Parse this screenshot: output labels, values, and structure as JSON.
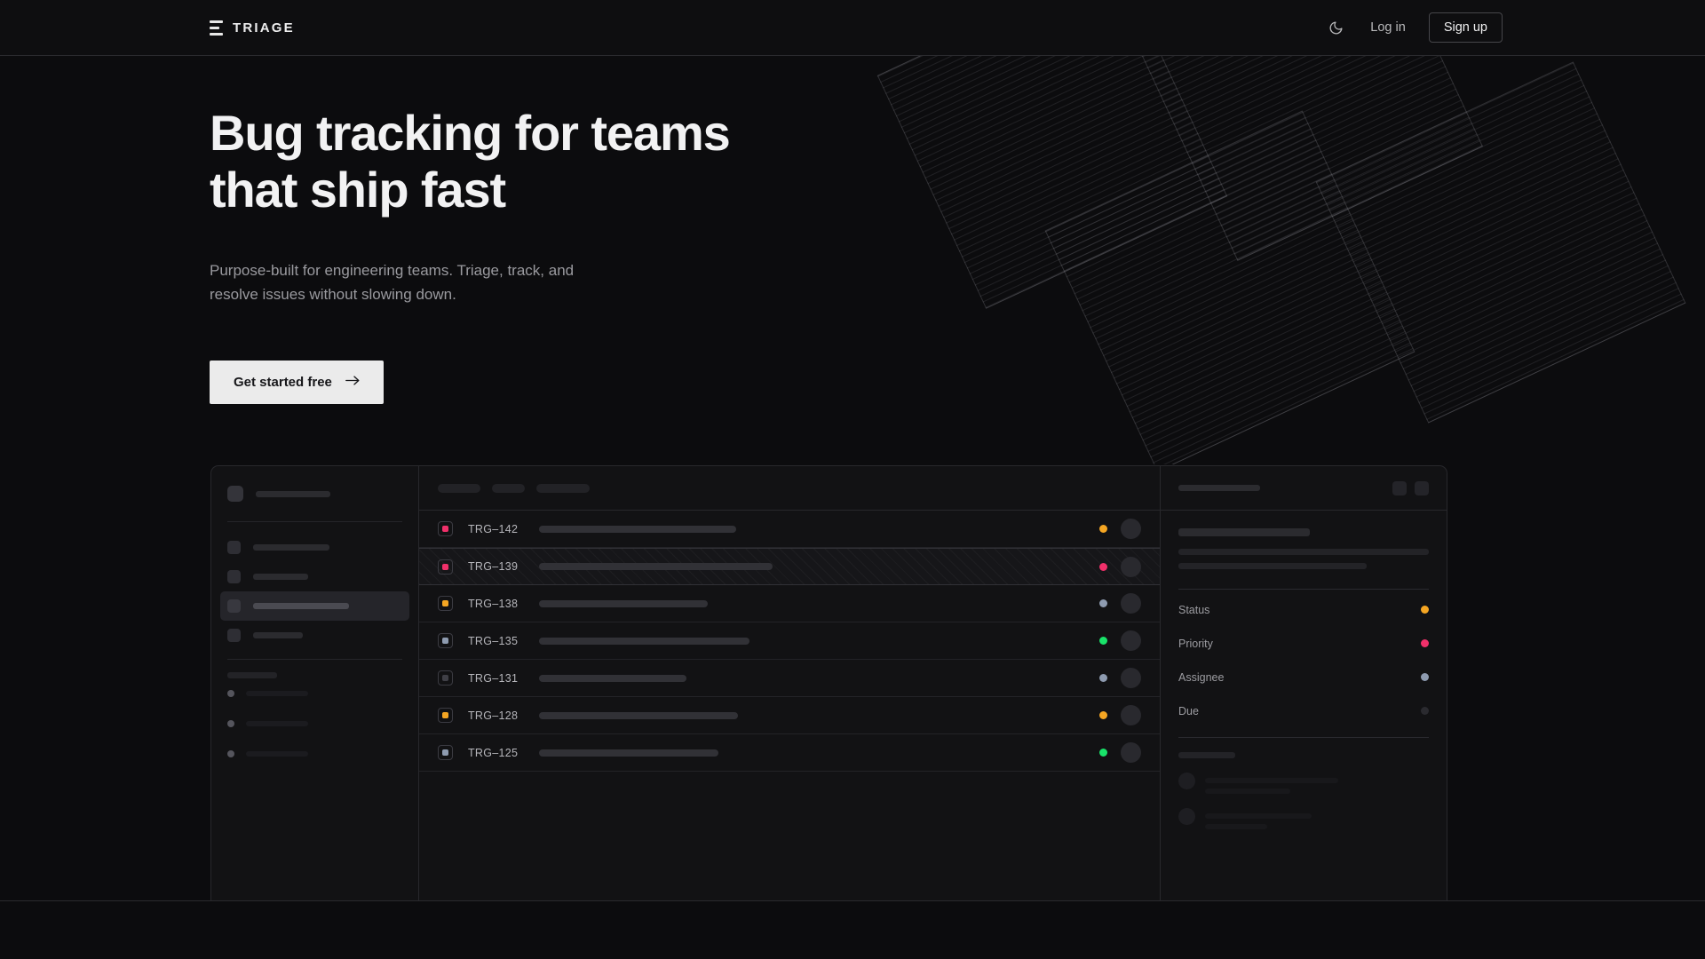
{
  "theme": {
    "bg": "#0c0c0e",
    "panel": "#121214",
    "border": "#28282c",
    "text_primary": "#f2f2f3",
    "text_muted": "#9a9a9f",
    "accent_orange": "#f5a623",
    "accent_pink": "#f0306a",
    "accent_green": "#19e36a",
    "accent_slate": "#8e9bb0"
  },
  "nav": {
    "brand": "TRIAGE",
    "theme_toggle_icon": "moon-icon",
    "login_label": "Log in",
    "signup_label": "Sign up"
  },
  "hero": {
    "headline": "Bug tracking for teams\nthat ship fast",
    "subhead": "Purpose-built for engineering teams. Triage, track, and\nresolve issues without slowing down.",
    "cta_label": "Get started free",
    "cta_icon": "arrow-right-icon"
  },
  "mockup": {
    "sidebar": {
      "workspace_name_width": 84,
      "nav_items": [
        {
          "width": 86,
          "active": false
        },
        {
          "width": 62,
          "active": false
        },
        {
          "width": 108,
          "active": true
        },
        {
          "width": 56,
          "active": false
        }
      ],
      "group_label_width": 56,
      "sub_items": [
        {
          "width": 0
        },
        {
          "width": 0
        },
        {
          "width": 0
        }
      ]
    },
    "toolbar_chips": [
      48,
      37,
      60
    ],
    "list_columns": [
      "priority",
      "id",
      "title",
      "status",
      "assignee"
    ],
    "rows": [
      {
        "id": "TRG–142",
        "priority_color": "#f0306a",
        "status_color": "#f5a623",
        "title_width": 222,
        "selected": false
      },
      {
        "id": "TRG–139",
        "priority_color": "#f0306a",
        "status_color": "#f0306a",
        "title_width": 263,
        "selected": true
      },
      {
        "id": "TRG–138",
        "priority_color": "#f5a623",
        "status_color": "#8e9bb0",
        "title_width": 190,
        "selected": false
      },
      {
        "id": "TRG–135",
        "priority_color": "#8e9bb0",
        "status_color": "#19e36a",
        "title_width": 237,
        "selected": false
      },
      {
        "id": "TRG–131",
        "priority_color": "#3f3f46",
        "status_color": "#8e9bb0",
        "title_width": 166,
        "selected": false
      },
      {
        "id": "TRG–128",
        "priority_color": "#f5a623",
        "status_color": "#f5a623",
        "title_width": 224,
        "selected": false
      },
      {
        "id": "TRG–125",
        "priority_color": "#8e9bb0",
        "status_color": "#19e36a",
        "title_width": 202,
        "selected": false
      }
    ],
    "detail": {
      "header_skeleton_width": 92,
      "header_actions": [
        "expand-button",
        "more-button"
      ],
      "title_skeleton_width": 148,
      "body_line_widths": [
        282,
        212
      ],
      "meta": [
        {
          "label": "Status",
          "color": "#f5a623"
        },
        {
          "label": "Priority",
          "color": "#f0306a"
        },
        {
          "label": "Assignee",
          "color": "#8e9bb0"
        },
        {
          "label": "Due",
          "color": "#2a2a2f"
        }
      ],
      "activity_label_width": 64,
      "comments": [
        {
          "line_widths": [
            150,
            96
          ]
        },
        {
          "line_widths": [
            120,
            70
          ]
        }
      ]
    }
  }
}
